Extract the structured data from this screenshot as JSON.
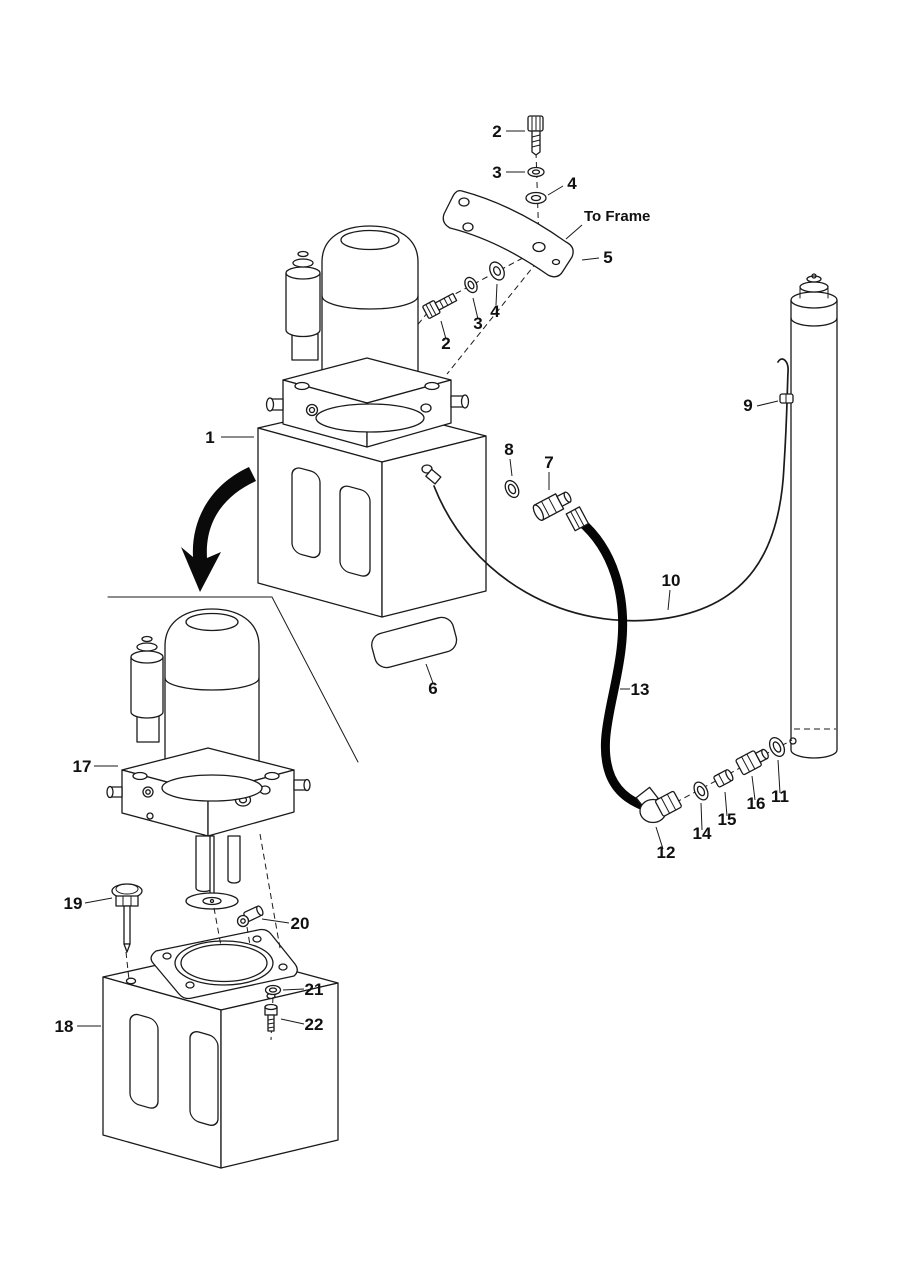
{
  "diagram": {
    "background_color": "#ffffff",
    "line_color": "#1a1a1a",
    "hose_color": "#050505",
    "labels": {
      "to_frame": "To Frame"
    },
    "callouts": {
      "c1": "1",
      "c2_top": "2",
      "c2_mid": "2",
      "c3_top": "3",
      "c3_mid": "3",
      "c4_top": "4",
      "c4_mid": "4",
      "c5": "5",
      "c6": "6",
      "c7": "7",
      "c8": "8",
      "c9": "9",
      "c10": "10",
      "c11": "11",
      "c12": "12",
      "c13": "13",
      "c14": "14",
      "c15": "15",
      "c16": "16",
      "c17": "17",
      "c18": "18",
      "c19": "19",
      "c20": "20",
      "c21": "21",
      "c22": "22"
    }
  }
}
